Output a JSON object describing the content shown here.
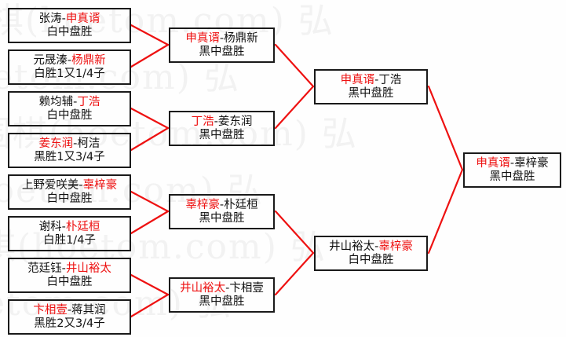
{
  "watermark": {
    "text": "围棋(hoetom.com) 弘",
    "color": "#f2f2f2",
    "repeats": [
      "围棋(hoetom.com) 弘",
      "围棋(hoetom.com) 弘",
      "围棋(hoetom.com) 弘",
      "围棋(hoetom.com) 弘",
      "围棋(hoetom.com) 弘",
      "围棋(hoetom.com) 弘"
    ]
  },
  "colors": {
    "winner": "#ee1111",
    "loser": "#111111",
    "box_border": "#1a1a1a",
    "connector": "#ee1111",
    "background": "#fefefe"
  },
  "bracket": {
    "rounds": [
      {
        "name": "round-1",
        "matches": [
          {
            "left": "张涛",
            "right": "申真谞",
            "winner": "right",
            "result": "白中盘胜"
          },
          {
            "left": "元晟溱",
            "right": "杨鼎新",
            "winner": "right",
            "result": "白胜1又1/4子"
          },
          {
            "left": "赖均辅",
            "right": "丁浩",
            "winner": "right",
            "result": "白中盘胜"
          },
          {
            "left": "姜东润",
            "right": "柯洁",
            "winner": "left",
            "result": "黑胜1又3/4子"
          },
          {
            "left": "上野爱咲美",
            "right": "辜梓豪",
            "winner": "right",
            "result": "白中盘胜"
          },
          {
            "left": "谢科",
            "right": "朴廷桓",
            "winner": "right",
            "result": "白胜1/4子"
          },
          {
            "left": "范廷钰",
            "right": "井山裕太",
            "winner": "right",
            "result": "白中盘胜"
          },
          {
            "left": "卞相壹",
            "right": "蒋其润",
            "winner": "left",
            "result": "黑胜2又3/4子"
          }
        ]
      },
      {
        "name": "round-2",
        "matches": [
          {
            "left": "申真谞",
            "right": "杨鼎新",
            "winner": "left",
            "result": "黑中盘胜"
          },
          {
            "left": "丁浩",
            "right": "姜东润",
            "winner": "left",
            "result": "黑中盘胜"
          },
          {
            "left": "辜梓豪",
            "right": "朴廷桓",
            "winner": "left",
            "result": "黑中盘胜"
          },
          {
            "left": "井山裕太",
            "right": "卞相壹",
            "winner": "left",
            "result": "黑中盘胜"
          }
        ]
      },
      {
        "name": "round-3",
        "matches": [
          {
            "left": "申真谞",
            "right": "丁浩",
            "winner": "left",
            "result": "黑中盘胜"
          },
          {
            "left": "井山裕太",
            "right": "辜梓豪",
            "winner": "right",
            "result": "白中盘胜"
          }
        ]
      },
      {
        "name": "round-4",
        "matches": [
          {
            "left": "申真谞",
            "right": "辜梓豪",
            "winner": "left",
            "result": "黑中盘胜"
          }
        ]
      }
    ]
  }
}
